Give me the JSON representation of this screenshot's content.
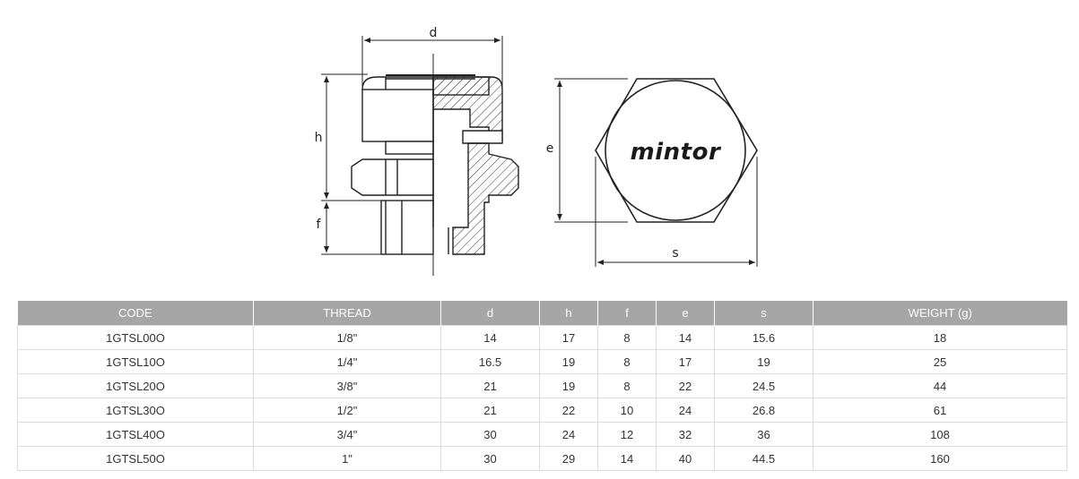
{
  "drawing": {
    "dim_d": "d",
    "dim_h": "h",
    "dim_f": "f",
    "dim_e": "e",
    "dim_s": "s",
    "brand": "mintor"
  },
  "table": {
    "headers": [
      "CODE",
      "THREAD",
      "d",
      "h",
      "f",
      "e",
      "s",
      "WEIGHT (g)"
    ],
    "rows": [
      [
        "1GTSL00O",
        "1/8\"",
        "14",
        "17",
        "8",
        "14",
        "15.6",
        "18"
      ],
      [
        "1GTSL10O",
        "1/4\"",
        "16.5",
        "19",
        "8",
        "17",
        "19",
        "25"
      ],
      [
        "1GTSL20O",
        "3/8\"",
        "21",
        "19",
        "8",
        "22",
        "24.5",
        "44"
      ],
      [
        "1GTSL30O",
        "1/2\"",
        "21",
        "22",
        "10",
        "24",
        "26.8",
        "61"
      ],
      [
        "1GTSL40O",
        "3/4\"",
        "30",
        "24",
        "12",
        "32",
        "36",
        "108"
      ],
      [
        "1GTSL50O",
        "1\"",
        "30",
        "29",
        "14",
        "40",
        "44.5",
        "160"
      ]
    ]
  }
}
